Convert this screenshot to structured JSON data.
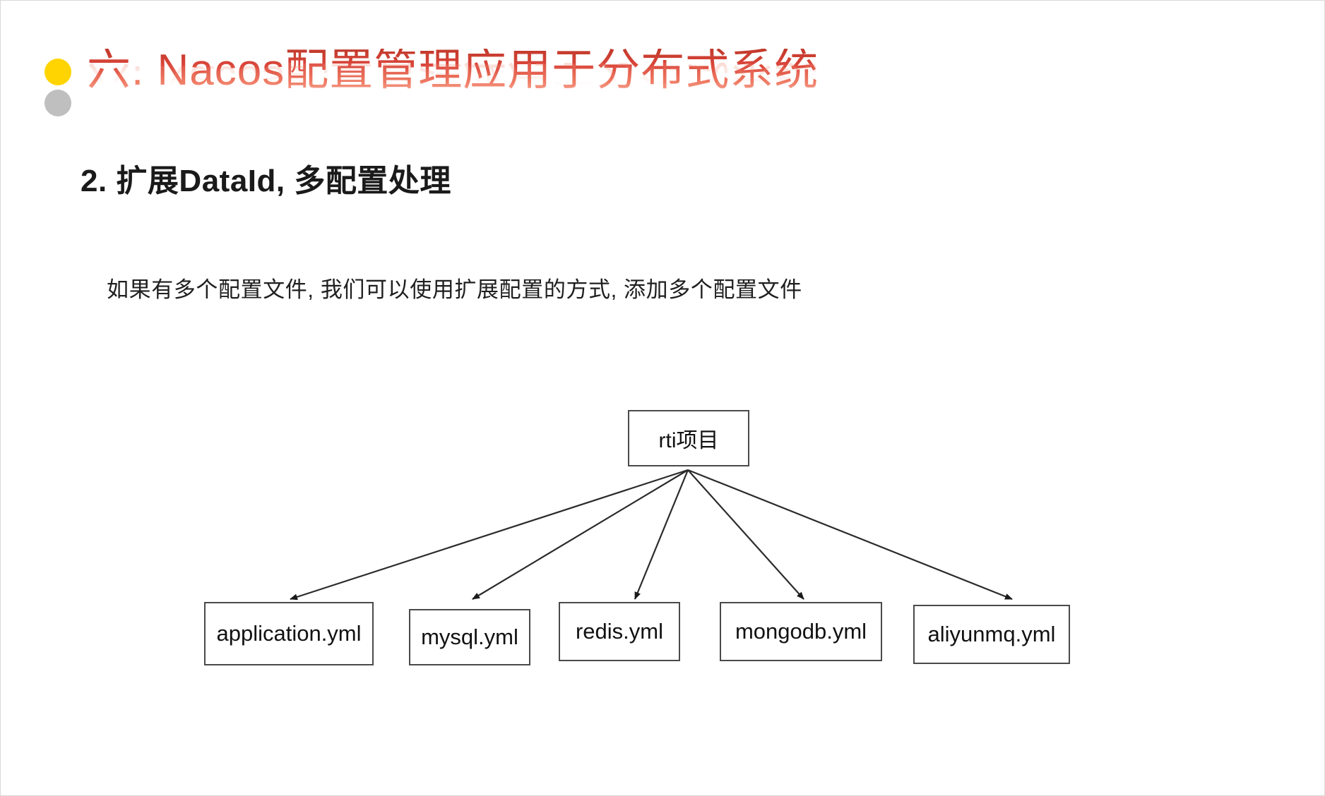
{
  "slide": {
    "title": "六. Nacos配置管理应用于分布式系统",
    "title_colors": {
      "gradient_top": "#c0392b",
      "gradient_bottom": "#f6a795",
      "dot_yellow": "#FFD400",
      "dot_gray": "#BFBFBF"
    },
    "heading": "2. 扩展DataId, 多配置处理",
    "body_text": "如果有多个配置文件, 我们可以使用扩展配置的方式, 添加多个配置文件"
  },
  "diagram": {
    "root": {
      "label": "rti项目"
    },
    "children": [
      {
        "label": "application.yml"
      },
      {
        "label": "mysql.yml"
      },
      {
        "label": "redis.yml"
      },
      {
        "label": "mongodb.yml"
      },
      {
        "label": "aliyunmq.yml"
      }
    ]
  }
}
